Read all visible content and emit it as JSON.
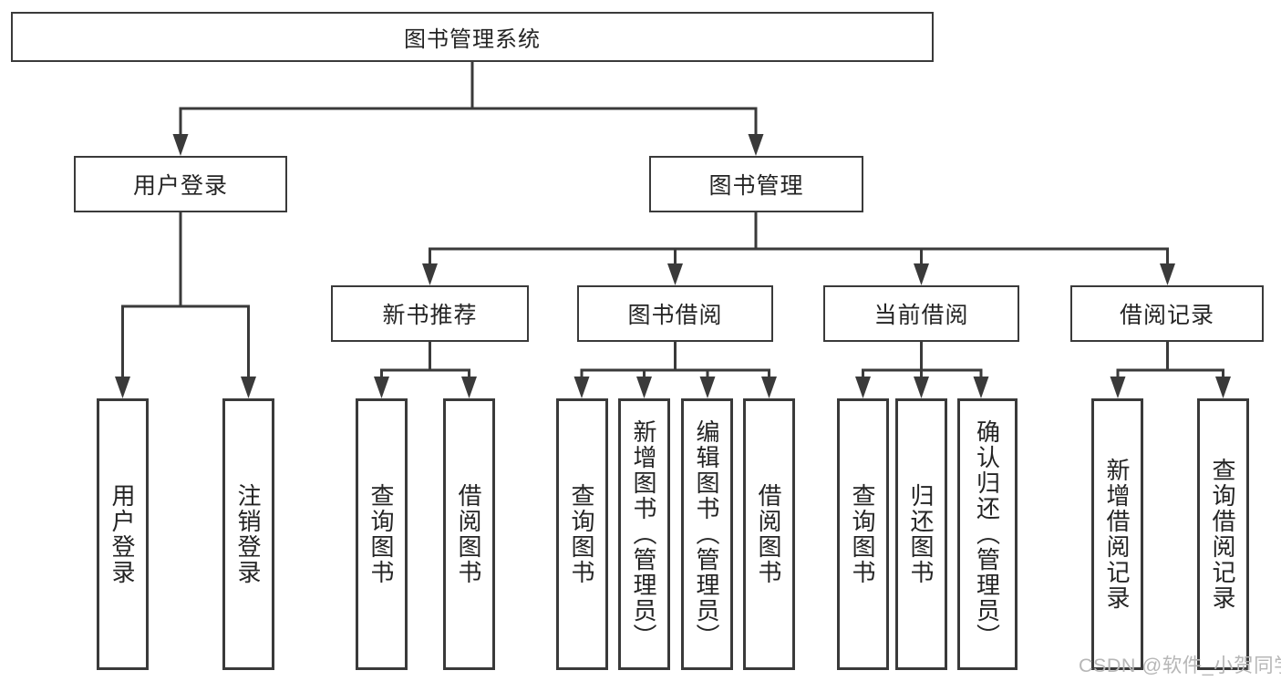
{
  "diagram": {
    "root": {
      "label": "图书管理系统"
    },
    "branches": [
      {
        "label": "用户登录",
        "children": [
          {
            "label": "用户登录"
          },
          {
            "label": "注销登录"
          }
        ]
      },
      {
        "label": "图书管理",
        "children": [
          {
            "label": "新书推荐",
            "children": [
              {
                "label": "查询图书"
              },
              {
                "label": "借阅图书"
              }
            ]
          },
          {
            "label": "图书借阅",
            "children": [
              {
                "label": "查询图书"
              },
              {
                "label": "新增图书（管理员）"
              },
              {
                "label": "编辑图书（管理员）"
              },
              {
                "label": "借阅图书"
              }
            ]
          },
          {
            "label": "当前借阅",
            "children": [
              {
                "label": "查询图书"
              },
              {
                "label": "归还图书"
              },
              {
                "label": "确认归还（管理员）"
              }
            ]
          },
          {
            "label": "借阅记录",
            "children": [
              {
                "label": "新增借阅记录"
              },
              {
                "label": "查询借阅记录"
              }
            ]
          }
        ]
      }
    ]
  },
  "watermark": {
    "text": "CSDN @软件_小贺同学"
  },
  "colors": {
    "line": "#3a3a3a",
    "box_border": "#3a3a3a",
    "text": "#242424",
    "watermark": "#b7b7b7",
    "background": "#ffffff"
  }
}
